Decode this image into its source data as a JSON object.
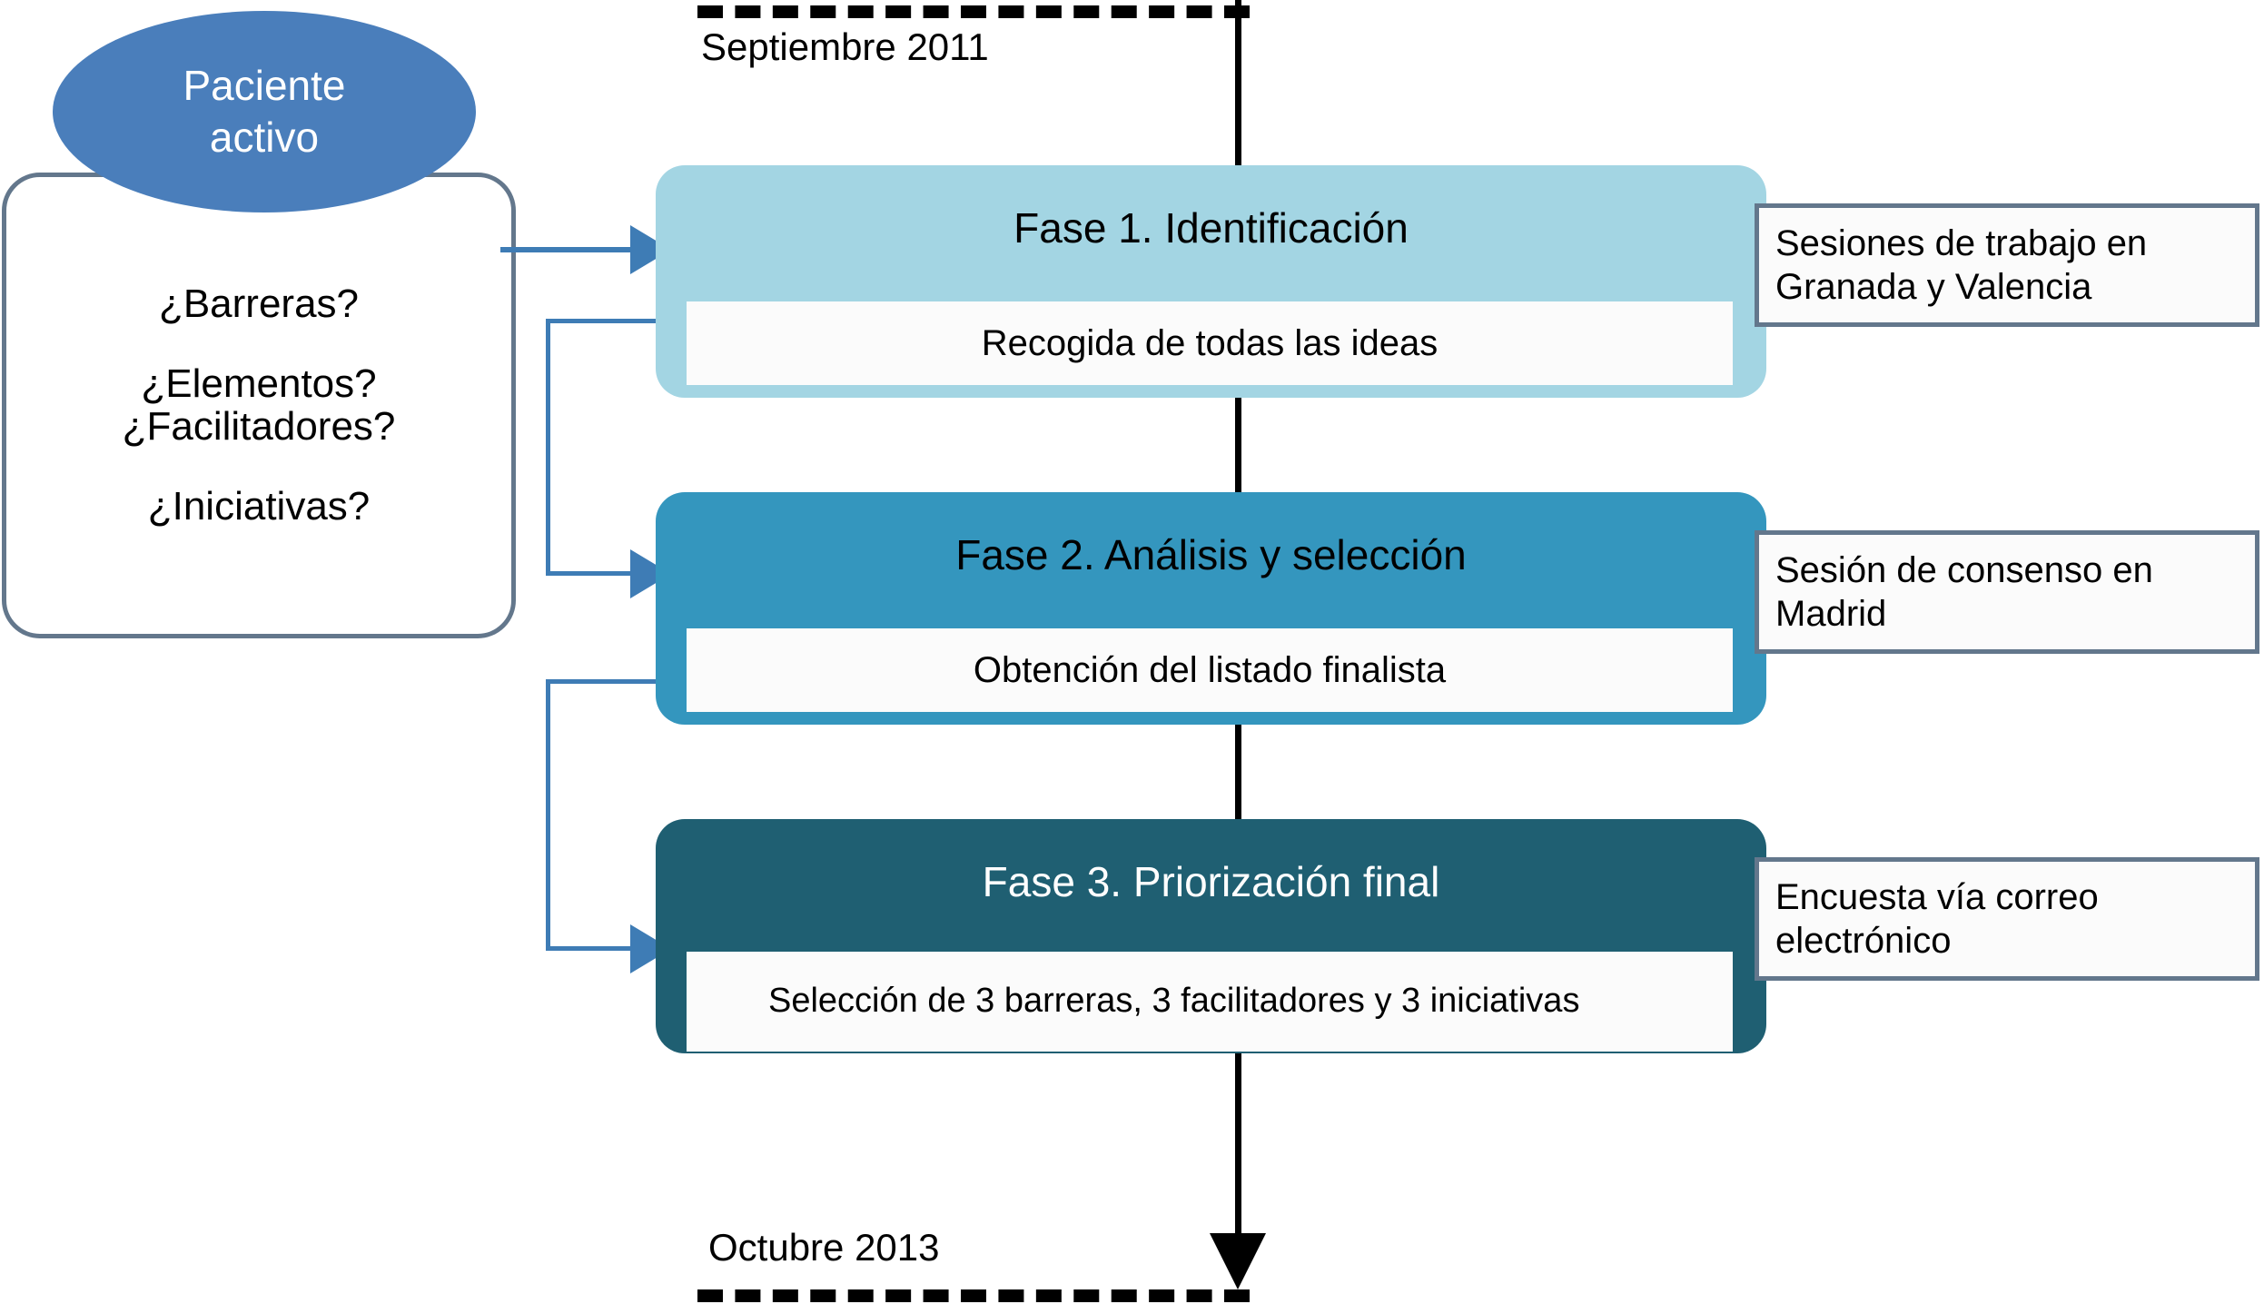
{
  "diagram": {
    "title_ellipse": {
      "line1": "Paciente",
      "line2": "activo"
    },
    "questions": [
      "¿Barreras?",
      "¿Elementos?",
      "¿Facilitadores?",
      "¿Iniciativas?"
    ],
    "timeline": {
      "start_label": "Septiembre 2011",
      "end_label": "Octubre 2013"
    },
    "phases": [
      {
        "title": "Fase 1. Identificación",
        "subtitle": "Recogida de todas las ideas",
        "note": "Sesiones de trabajo en Granada y Valencia",
        "color": "#A3D5E3"
      },
      {
        "title": "Fase 2. Análisis y selección",
        "subtitle": "Obtención del listado finalista",
        "note": "Sesión de consenso en Madrid",
        "color": "#3496BE"
      },
      {
        "title": "Fase 3. Priorización final",
        "subtitle": "Selección de 3 barreras, 3 facilitadores y 3 iniciativas",
        "note": "Encuesta vía correo electrónico",
        "color": "#1F5F72"
      }
    ],
    "colors": {
      "ellipse_fill": "#4A7EBB",
      "box_border": "#63778C",
      "arrow": "#3E7CB5",
      "timeline": "#000000"
    }
  }
}
